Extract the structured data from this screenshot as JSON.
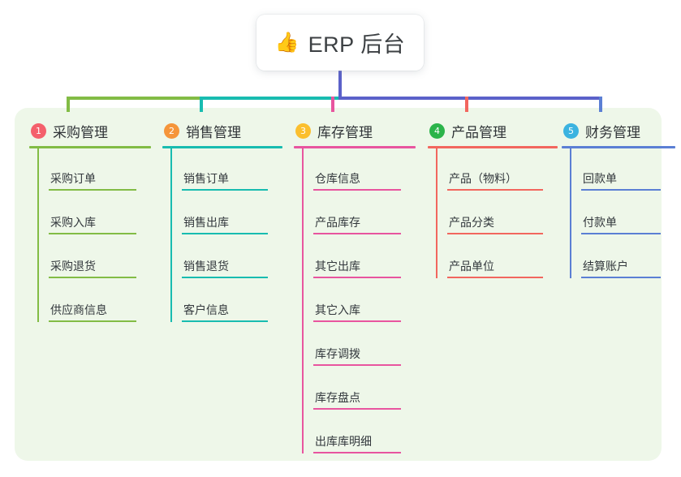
{
  "root": {
    "icon": "thumbs-up-icon",
    "icon_glyph": "👍",
    "title": "ERP 后台"
  },
  "theme": {
    "page_background": "#ffffff",
    "panel_background": "#eef7e9",
    "card_background": "#ffffff",
    "title_color": "#3c4043",
    "label_color": "#33383d"
  },
  "bus": {
    "segment_left_color": "#82bc45",
    "segment_mid_color": "#18bcb0",
    "segment_right_color": "#5b61c9"
  },
  "columns": [
    {
      "number": "1",
      "title": "采购管理",
      "badge_color": "#f4606c",
      "line_color": "#82bc45",
      "items": [
        {
          "label": "采购订单"
        },
        {
          "label": "采购入库"
        },
        {
          "label": "采购退货"
        },
        {
          "label": "供应商信息"
        }
      ]
    },
    {
      "number": "2",
      "title": "销售管理",
      "badge_color": "#f5953a",
      "line_color": "#18bcb0",
      "items": [
        {
          "label": "销售订单"
        },
        {
          "label": "销售出库"
        },
        {
          "label": "销售退货"
        },
        {
          "label": "客户信息"
        }
      ]
    },
    {
      "number": "3",
      "title": "库存管理",
      "badge_color": "#fbbf2e",
      "line_color": "#e8559f",
      "items": [
        {
          "label": "仓库信息"
        },
        {
          "label": "产品库存"
        },
        {
          "label": "其它出库"
        },
        {
          "label": "其它入库"
        },
        {
          "label": "库存调拨"
        },
        {
          "label": "库存盘点"
        },
        {
          "label": "出库库明细"
        }
      ]
    },
    {
      "number": "4",
      "title": "产品管理",
      "badge_color": "#2bb44a",
      "line_color": "#f2665e",
      "items": [
        {
          "label": "产品（物料）"
        },
        {
          "label": "产品分类"
        },
        {
          "label": "产品单位"
        }
      ]
    },
    {
      "number": "5",
      "title": "财务管理",
      "badge_color": "#3bb3e0",
      "line_color": "#5b7fd4",
      "items": [
        {
          "label": "回款单"
        },
        {
          "label": "付款单"
        },
        {
          "label": "结算账户"
        }
      ]
    }
  ]
}
